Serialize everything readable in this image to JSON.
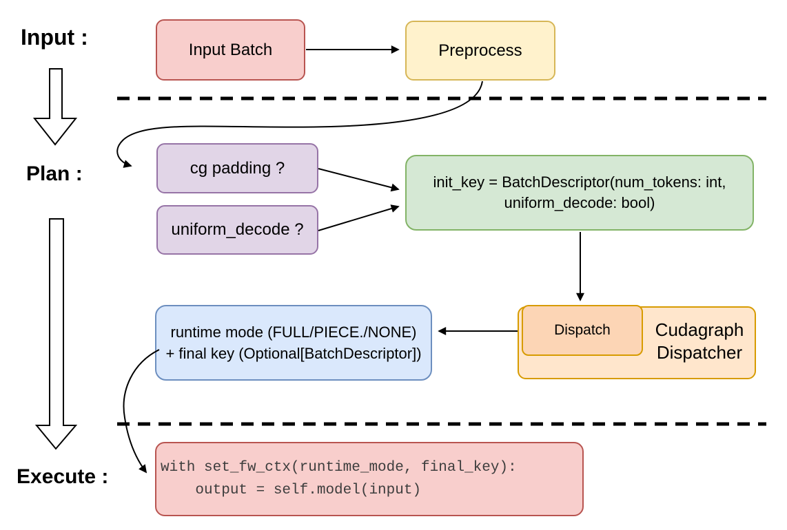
{
  "stages": {
    "input_label": "Input :",
    "plan_label": "Plan :",
    "execute_label": "Execute :"
  },
  "nodes": {
    "input_batch": {
      "label": "Input Batch"
    },
    "preprocess": {
      "label": "Preprocess"
    },
    "cg_padding": {
      "label": "cg padding ?"
    },
    "uniform_decode": {
      "label": "uniform_decode ?"
    },
    "init_key": {
      "line1": "init_key = BatchDescriptor(num_tokens: int,",
      "line2": "uniform_decode: bool)"
    },
    "dispatch": {
      "label": "Dispatch"
    },
    "cudagraph_dispatcher": {
      "line1": "Cudagraph",
      "line2": "Dispatcher"
    },
    "runtime_mode": {
      "line1": "runtime mode (FULL/PIECE./NONE)",
      "line2": "+ final key (Optional[BatchDescriptor])"
    },
    "execute_code": {
      "line1": "with set_fw_ctx(runtime_mode, final_key):",
      "line2": "    output = self.model(input)"
    }
  },
  "colors": {
    "red_fill": "#f8cecc",
    "red_stroke": "#b85450",
    "yellow_fill": "#fff2cc",
    "yellow_stroke": "#d6b656",
    "purple_fill": "#e1d5e7",
    "purple_stroke": "#9673a6",
    "green_fill": "#d5e8d4",
    "green_stroke": "#82b366",
    "blue_fill": "#dae8fc",
    "blue_stroke": "#6c8ebf",
    "orange_fill": "#ffe6cc",
    "orange_stroke": "#d79b00",
    "peach_fill": "#fcd5b5",
    "line_color": "#000000",
    "code_text": "#3d3d3d",
    "label_color": "#000000"
  }
}
